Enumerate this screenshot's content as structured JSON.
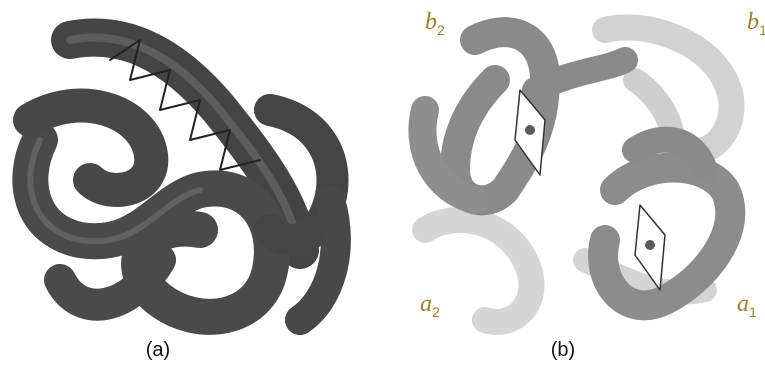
{
  "panels": [
    {
      "id": "a",
      "caption": "(a)"
    },
    {
      "id": "b",
      "caption": "(b)",
      "labels": [
        {
          "base": "b",
          "sub": "2"
        },
        {
          "base": "b",
          "sub": "1"
        },
        {
          "base": "a",
          "sub": "2"
        },
        {
          "base": "a",
          "sub": "1"
        }
      ]
    }
  ],
  "colors": {
    "myoglobin_tube": "#4a4a4a",
    "myoglobin_highlight": "#7a7a7a",
    "hemoglobin_dark": "#8a8a8a",
    "hemoglobin_light": "#d2d2d2",
    "label_color": "#a8801f"
  }
}
